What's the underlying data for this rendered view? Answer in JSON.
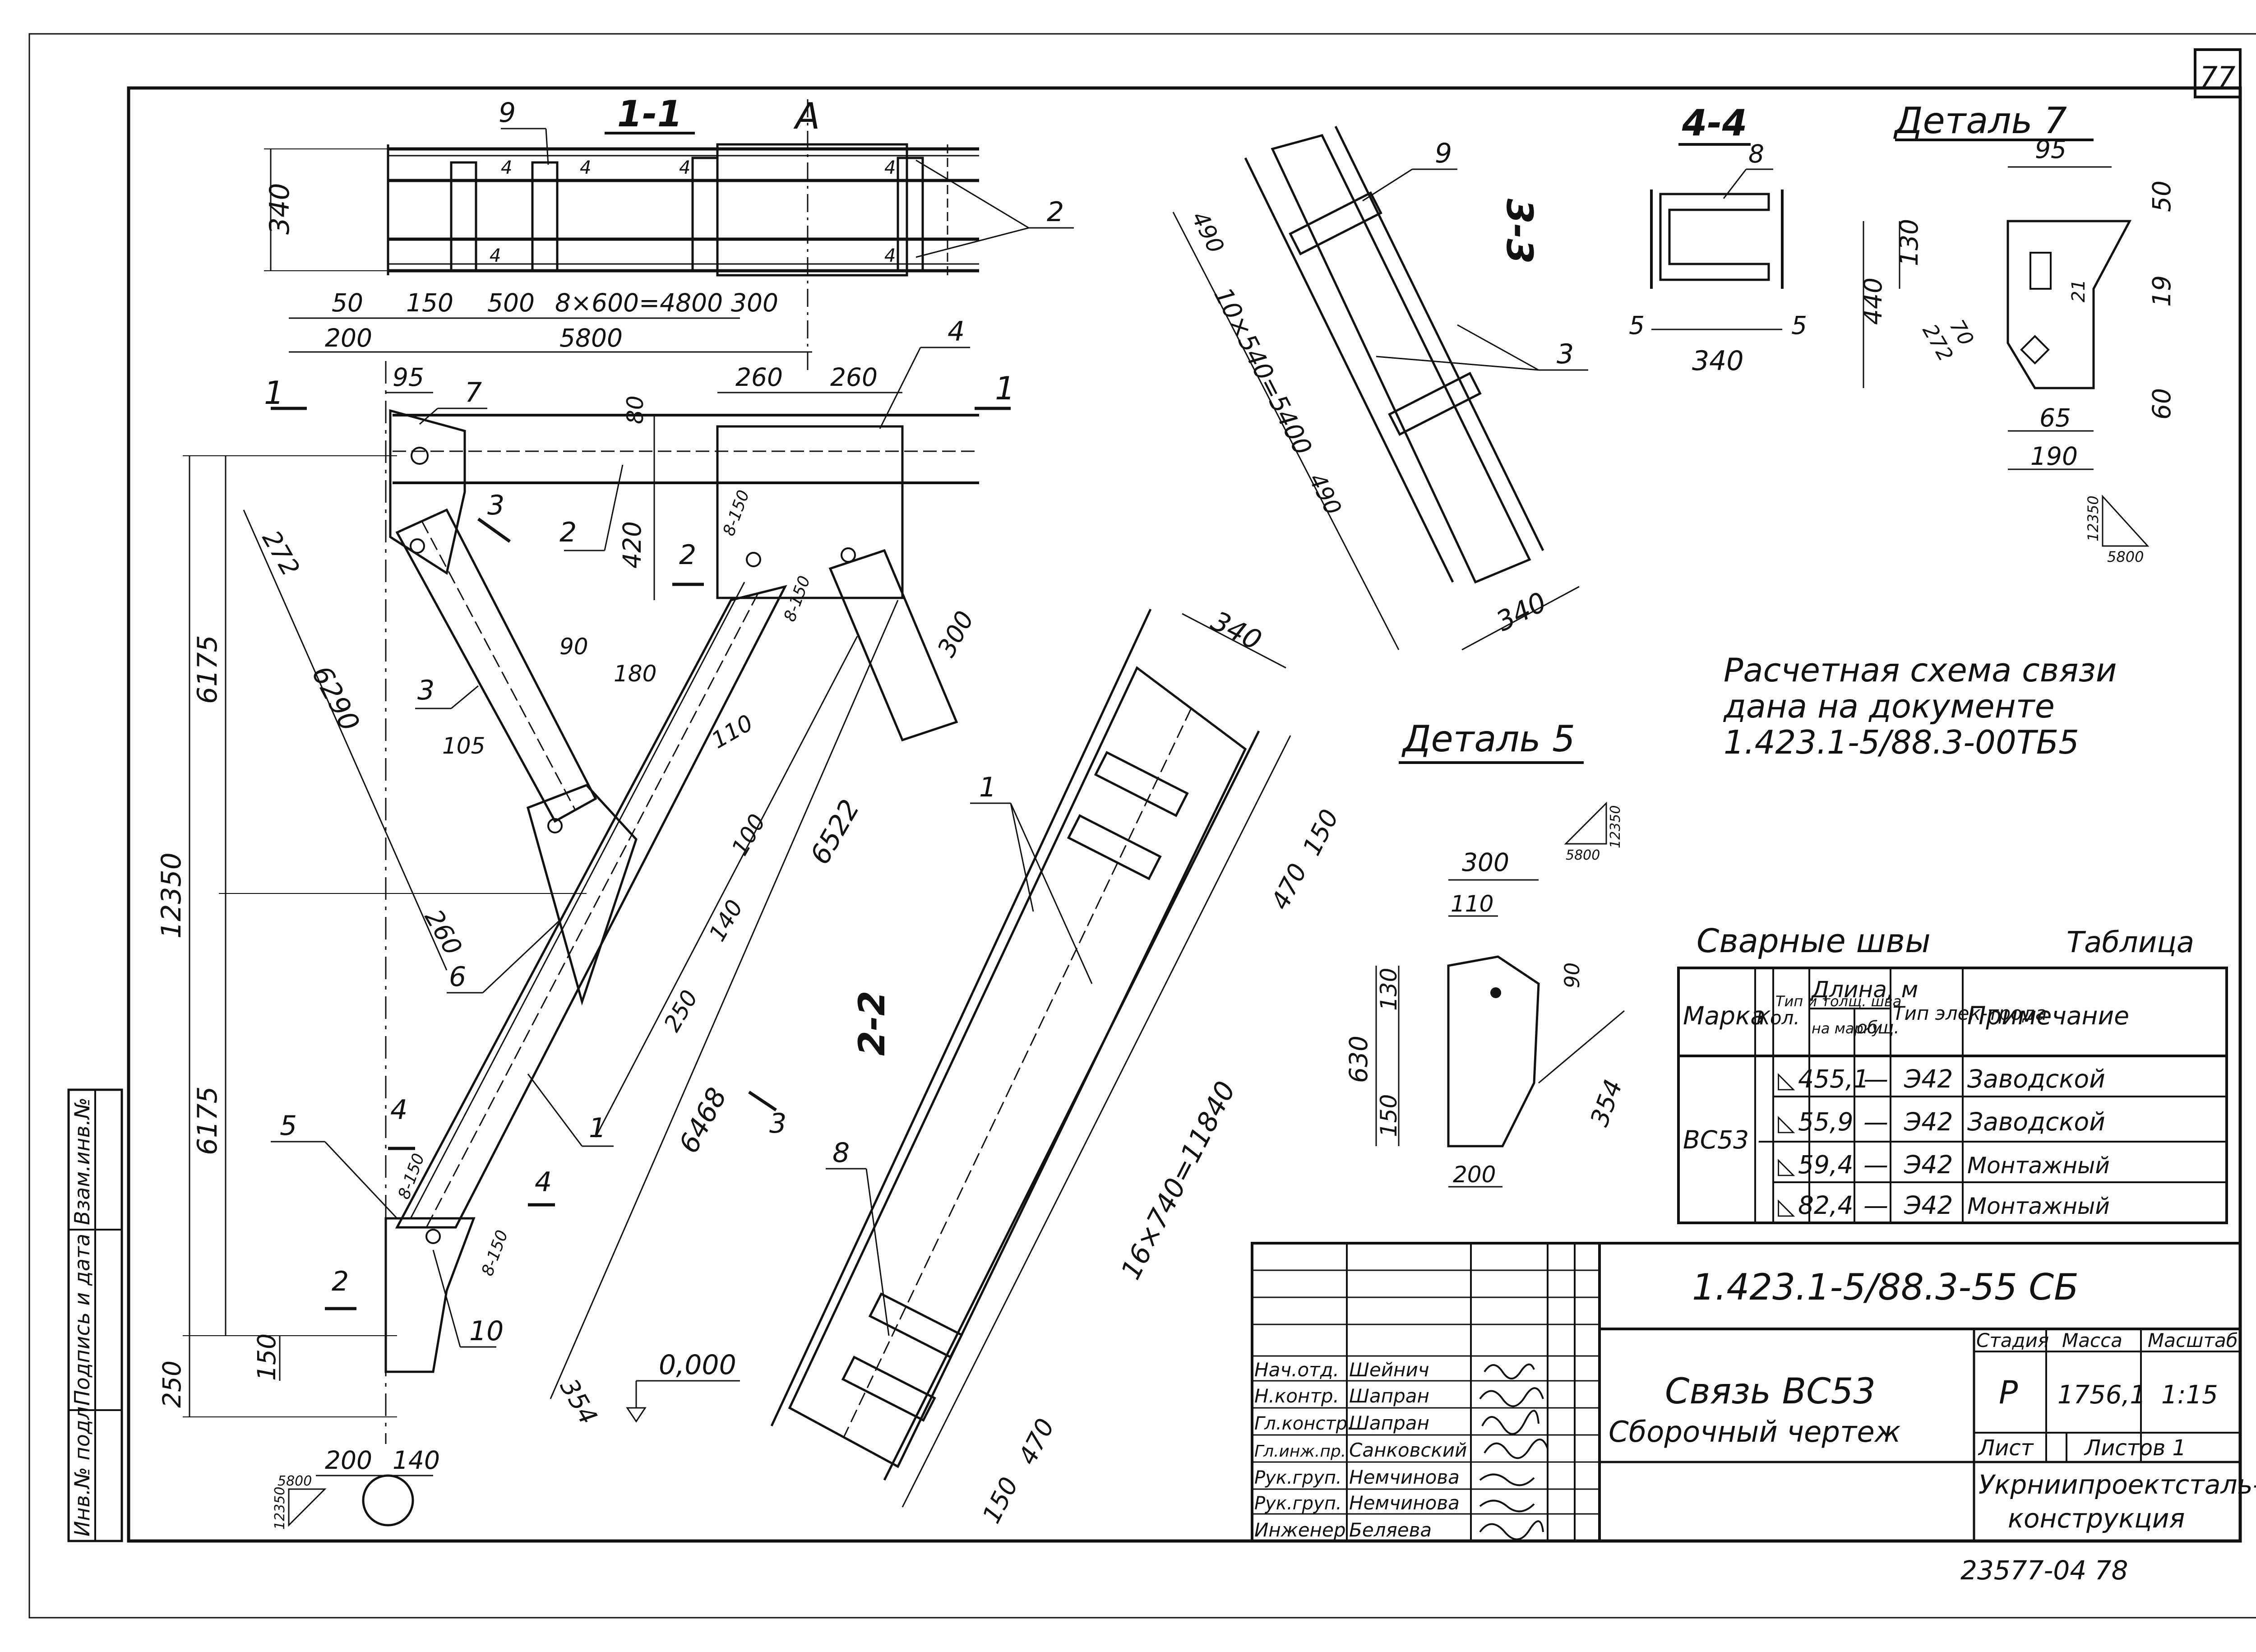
{
  "sheet": {
    "page_number": "77",
    "inventory_number": "23577-04 78"
  },
  "side_stamp": {
    "cells": [
      "Инв.№ подл.",
      "Подпись и дата",
      "Взам.инв.№"
    ]
  },
  "section_1_1": {
    "title": "1-1",
    "axis_mark": "A",
    "height_dim": "340",
    "dims_bottom": [
      "50",
      "150",
      "500",
      "8×600=4800",
      "300"
    ],
    "dims_bottom2": [
      "200",
      "5800"
    ],
    "weld_size": "4",
    "callouts": [
      "9",
      "2"
    ]
  },
  "main_view": {
    "callouts": [
      "7",
      "2",
      "3",
      "4",
      "6",
      "5",
      "10",
      "1"
    ],
    "section_marks": [
      "1",
      "1",
      "3",
      "2",
      "4",
      "4",
      "2",
      "3"
    ],
    "dims_top": [
      "95",
      "80",
      "260",
      "260"
    ],
    "dims_left": [
      "6175",
      "12350",
      "6175",
      "150",
      "250"
    ],
    "dims_diag": [
      "272",
      "6290",
      "260",
      "90",
      "180",
      "110",
      "105",
      "100",
      "140",
      "250",
      "300",
      "6522",
      "6468",
      "354"
    ],
    "dims_bottom": [
      "200",
      "140"
    ],
    "weld_notes": [
      "8-150",
      "8-150",
      "8-150",
      "8-150"
    ],
    "level_mark": "0,000",
    "slope_note": {
      "a": "12350",
      "b": "5800"
    }
  },
  "section_2_2": {
    "title": "2-2",
    "width_dim": "340",
    "dims": [
      "150",
      "470",
      "16×740=11840",
      "470",
      "150"
    ],
    "callouts": [
      "1",
      "8"
    ]
  },
  "section_3_3": {
    "title": "3-3",
    "dims": [
      "490",
      "10×540=5400",
      "490",
      "340"
    ],
    "callouts": [
      "9",
      "3"
    ]
  },
  "section_4_4": {
    "title": "4-4",
    "dims": [
      "5",
      "340",
      "5"
    ],
    "callouts": [
      "8"
    ]
  },
  "detail_7": {
    "title": "Деталь 7",
    "dims": [
      "95",
      "50",
      "130",
      "440",
      "21",
      "19",
      "70",
      "272",
      "65",
      "190",
      "60"
    ],
    "slope": {
      "a": "12350",
      "b": "5800"
    }
  },
  "detail_5": {
    "title": "Деталь 5",
    "dims": [
      "300",
      "110",
      "130",
      "630",
      "150",
      "200",
      "90",
      "354"
    ],
    "slope": {
      "a": "12350",
      "b": "5800"
    }
  },
  "design_note": {
    "lines": [
      "Расчетная схема связи",
      "дана на документе",
      "1.423.1-5/88.3-00ТБ5"
    ]
  },
  "welds_table": {
    "title": "Сварные швы",
    "label": "Таблица",
    "headers": [
      "Марка",
      "Кол.",
      "Тип и толщ. шва",
      "Длина, м",
      "Тип элек-трода",
      "Примечание"
    ],
    "sub_headers": [
      "на марку",
      "общ."
    ],
    "mark": "ВС53",
    "qty": "—",
    "rows": [
      {
        "type": "4",
        "len": "55,1",
        "total": "—",
        "electrode": "Э42",
        "note": "Заводской"
      },
      {
        "type": "5",
        "len": "5,9",
        "total": "—",
        "electrode": "Э42",
        "note": "Заводской"
      },
      {
        "type": "5",
        "len": "9,4",
        "total": "—",
        "electrode": "Э42",
        "note": "Монтажный"
      },
      {
        "type": "8",
        "len": "2,4",
        "total": "—",
        "electrode": "Э42",
        "note": "Монтажный"
      }
    ]
  },
  "title_block": {
    "doc_code": "1.423.1-5/88.3-55 СБ",
    "name": "Связь ВС53",
    "subtitle": "Сборочный чертеж",
    "stage_label": "Стадия",
    "mass_label": "Масса",
    "scale_label": "Масштаб",
    "stage": "Р",
    "mass": "1756,1",
    "scale": "1:15",
    "sheet_label": "Лист",
    "sheets_label": "Листов 1",
    "org": [
      "Укрниипроектсталь-",
      "конструкция"
    ],
    "signatures": [
      {
        "role": "Нач.отд.",
        "name": "Шейнич"
      },
      {
        "role": "Н.контр.",
        "name": "Шапран"
      },
      {
        "role": "Гл.констр.",
        "name": "Шапран"
      },
      {
        "role": "Гл.инж.пр.",
        "name": "Санковский"
      },
      {
        "role": "Рук.груп.",
        "name": "Немчинова"
      },
      {
        "role": "Рук.груп.",
        "name": "Немчинова"
      },
      {
        "role": "Инженер",
        "name": "Беляева"
      }
    ]
  }
}
